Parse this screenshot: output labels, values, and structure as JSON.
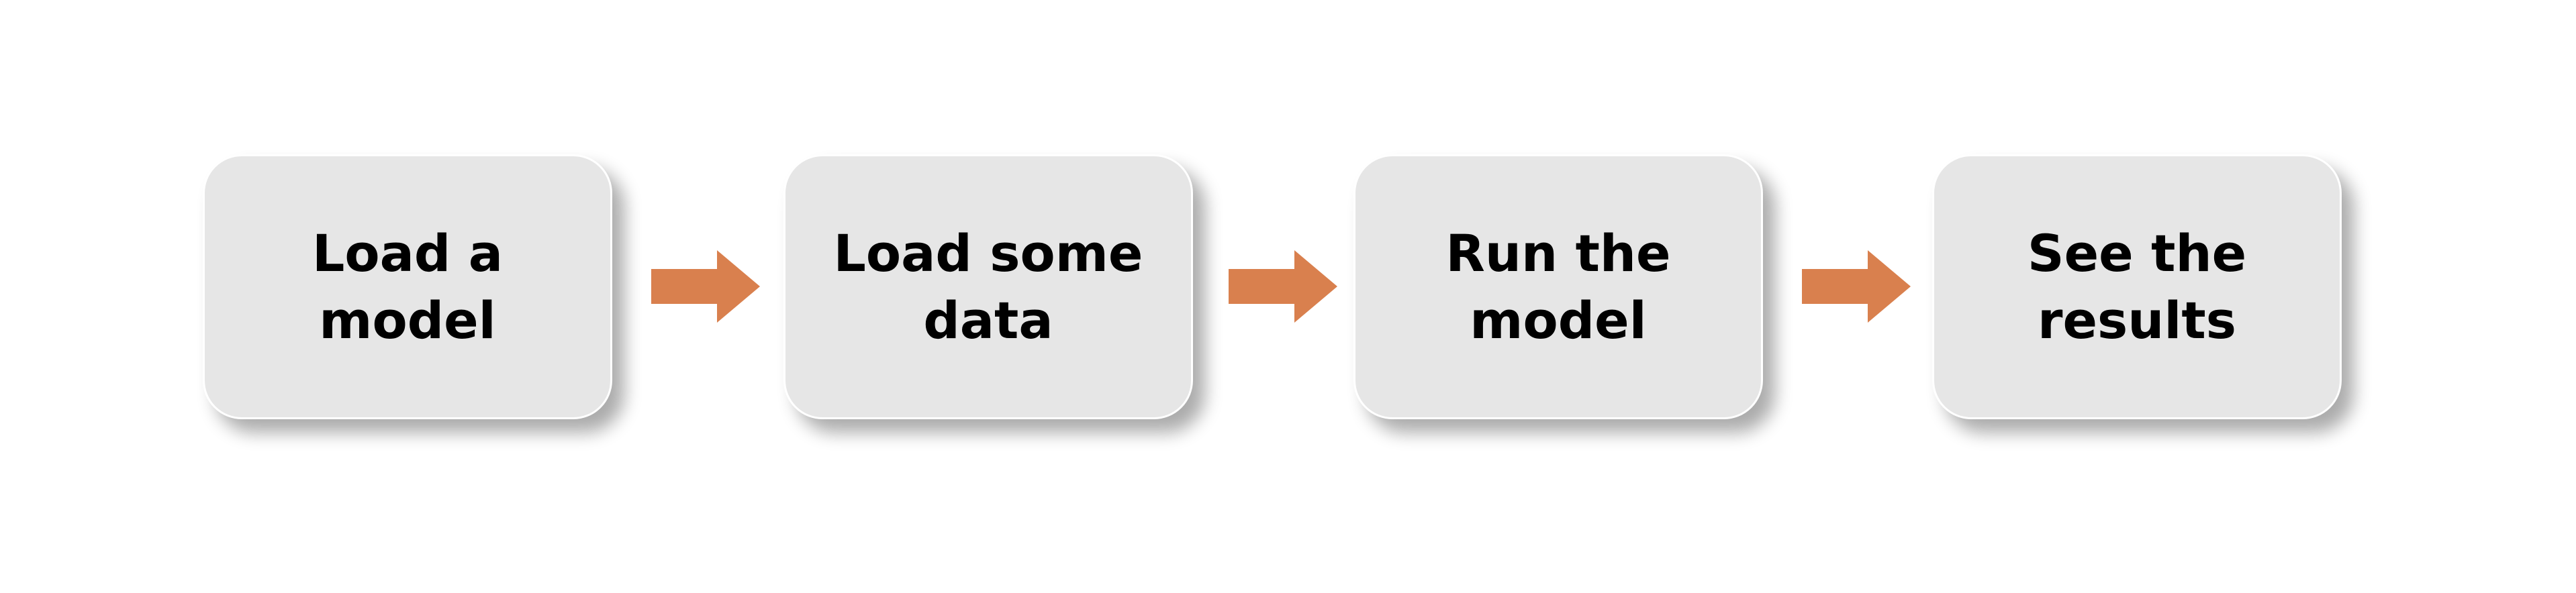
{
  "flow": {
    "arrow_color": "#d9804e",
    "steps": [
      {
        "line1": "Load a",
        "line2": "model"
      },
      {
        "line1": "Load some",
        "line2": "data"
      },
      {
        "line1": "Run the",
        "line2": "model"
      },
      {
        "line1": "See the",
        "line2": "results"
      }
    ]
  }
}
